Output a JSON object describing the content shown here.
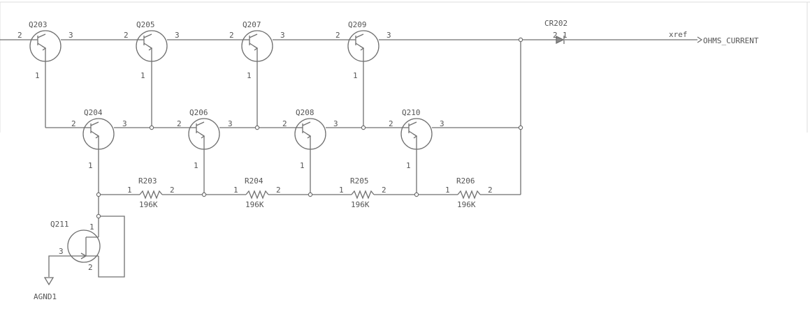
{
  "transistors_top": [
    {
      "ref": "Q203",
      "pins": [
        "2",
        "3",
        "1"
      ]
    },
    {
      "ref": "Q205",
      "pins": [
        "2",
        "3",
        "1"
      ]
    },
    {
      "ref": "Q207",
      "pins": [
        "2",
        "3",
        "1"
      ]
    },
    {
      "ref": "Q209",
      "pins": [
        "2",
        "3",
        "1"
      ]
    }
  ],
  "transistors_mid": [
    {
      "ref": "Q204",
      "pins": [
        "2",
        "3",
        "1"
      ]
    },
    {
      "ref": "Q206",
      "pins": [
        "2",
        "3",
        "1"
      ]
    },
    {
      "ref": "Q208",
      "pins": [
        "2",
        "3",
        "1"
      ]
    },
    {
      "ref": "Q210",
      "pins": [
        "2",
        "3",
        "1"
      ]
    }
  ],
  "resistors": [
    {
      "ref": "R203",
      "value": "196K",
      "pins": [
        "1",
        "2"
      ]
    },
    {
      "ref": "R204",
      "value": "196K",
      "pins": [
        "1",
        "2"
      ]
    },
    {
      "ref": "R205",
      "value": "196K",
      "pins": [
        "1",
        "2"
      ]
    },
    {
      "ref": "R206",
      "value": "196K",
      "pins": [
        "1",
        "2"
      ]
    }
  ],
  "diode": {
    "ref": "CR202",
    "pins": [
      "2",
      "1"
    ]
  },
  "fet": {
    "ref": "Q211",
    "pins": [
      "1",
      "3",
      "2"
    ]
  },
  "net_label": "xref",
  "output_port": "OHMS_CURRENT",
  "ground_label": "AGND1"
}
